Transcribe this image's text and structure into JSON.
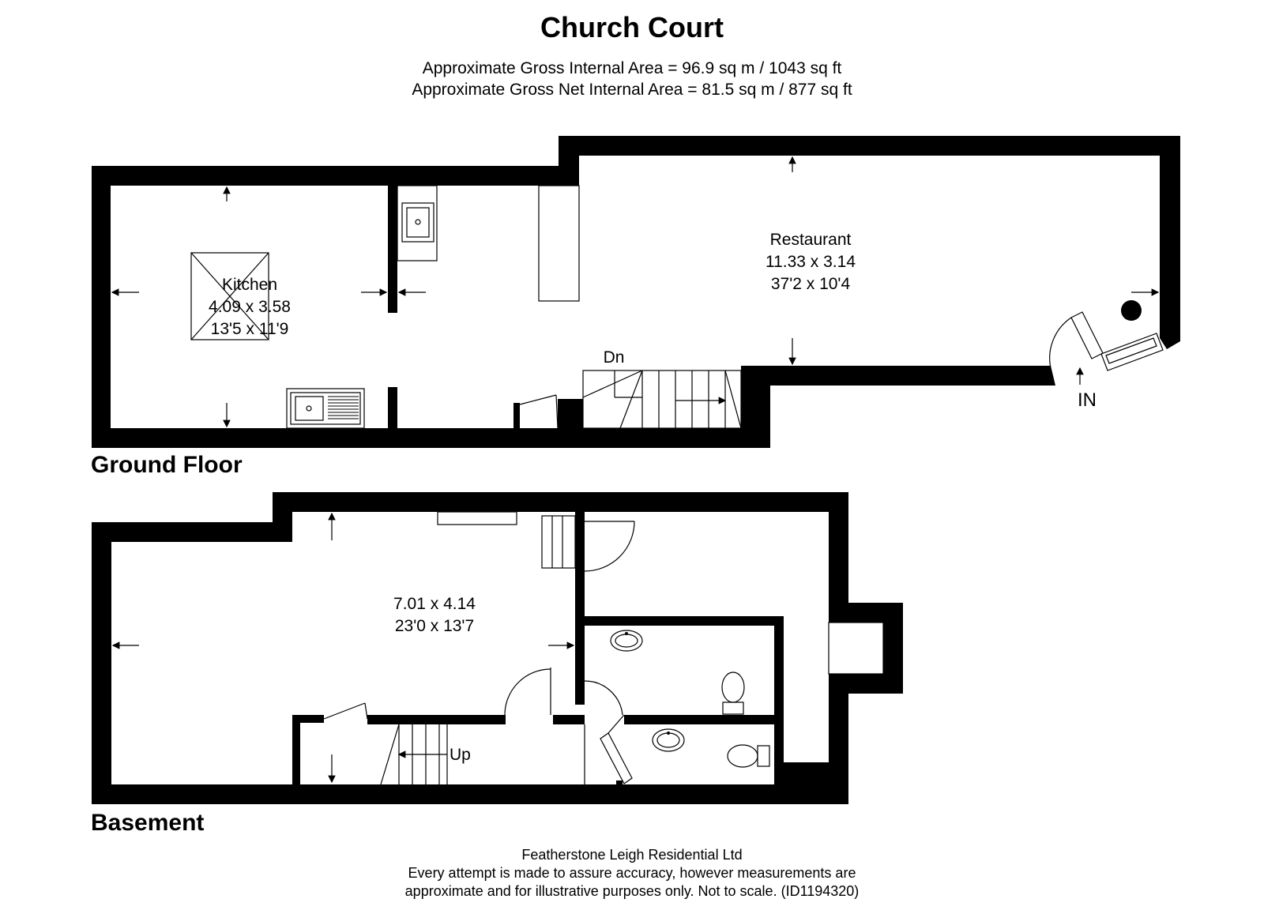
{
  "title": "Church Court",
  "areas": {
    "gross": "Approximate Gross Internal Area = 96.9 sq m / 1043 sq ft",
    "net": "Approximate Gross Net Internal Area = 81.5 sq m / 877 sq ft"
  },
  "ground_floor": {
    "label": "Ground Floor",
    "kitchen": {
      "name": "Kitchen",
      "metric": "4.09 x 3.58",
      "imperial": "13'5 x 11'9"
    },
    "restaurant": {
      "name": "Restaurant",
      "metric": "11.33 x 3.14",
      "imperial": "37'2 x 10'4"
    },
    "stairs_label": "Dn",
    "entrance_label": "IN"
  },
  "basement": {
    "label": "Basement",
    "main_room": {
      "metric": "7.01 x 4.14",
      "imperial": "23'0 x 13'7"
    },
    "stairs_label": "Up"
  },
  "footer": {
    "company": "Featherstone Leigh Residential Ltd",
    "disclaimer_1": "Every attempt is made to assure accuracy, however measurements are",
    "disclaimer_2": "approximate and for illustrative purposes only. Not to scale. (ID1194320)"
  }
}
